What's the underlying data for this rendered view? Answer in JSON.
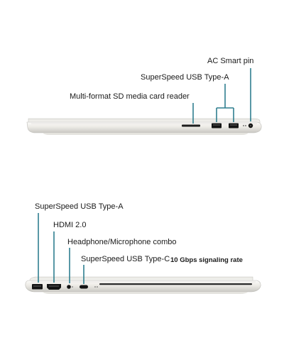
{
  "top_view": {
    "callouts": {
      "ac_smart_pin": "AC Smart pin",
      "usb_type_a": "SuperSpeed USB Type-A",
      "sd_card_reader": "Multi-format SD media card reader"
    }
  },
  "bottom_view": {
    "callouts": {
      "usb_type_a": "SuperSpeed USB Type-A",
      "hdmi": "HDMI 2.0",
      "audio_combo": "Headphone/Microphone combo",
      "usb_type_c": "SuperSpeed USB Type-C",
      "usb_type_c_rate": "10 Gbps  signaling rate"
    }
  },
  "colors": {
    "leader_line": "#2f7f8f",
    "chassis_light": "#f1f0ec",
    "chassis_mid": "#dcdbd6",
    "chassis_dark": "#b9b8b3",
    "port_black": "#141414"
  }
}
